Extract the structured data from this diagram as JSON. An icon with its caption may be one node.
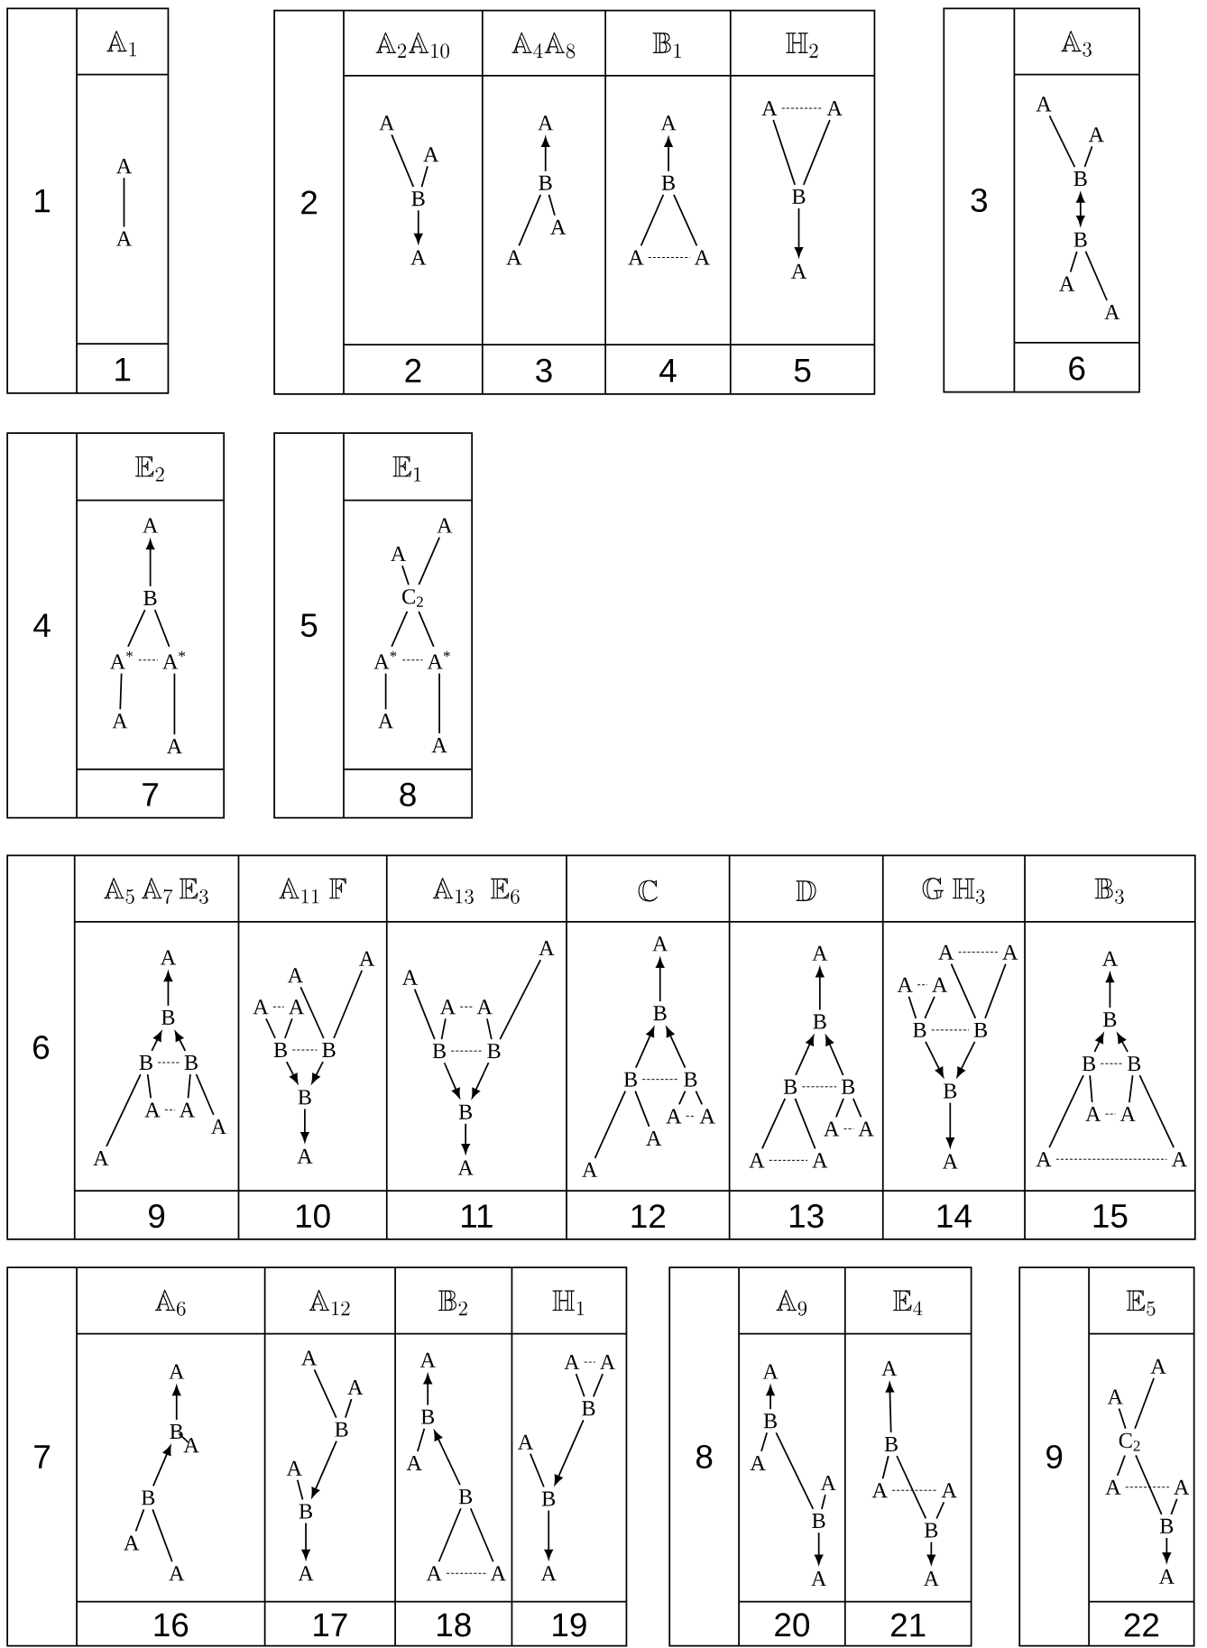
{
  "diagram": {
    "nodes": [
      {
        "text": [
          "A"
        ]
      },
      {
        "text": [
          "A"
        ]
      },
      {
        "text": [
          "A"
        ]
      },
      {
        "text": [
          "A"
        ]
      },
      {
        "text": [
          "B"
        ]
      },
      {
        "text": [
          "A"
        ]
      },
      {
        "text": [
          "A"
        ]
      },
      {
        "text": [
          "B"
        ]
      },
      {
        "text": [
          "A"
        ]
      },
      {
        "text": [
          "A"
        ]
      },
      {
        "text": [
          "A"
        ]
      },
      {
        "text": [
          "B"
        ]
      },
      {
        "text": [
          "A"
        ]
      },
      {
        "text": [
          "A"
        ]
      },
      {
        "text": [
          "A"
        ]
      },
      {
        "text": [
          "A"
        ]
      },
      {
        "text": [
          "B"
        ]
      },
      {
        "text": [
          "A"
        ]
      },
      {
        "text": [
          "A"
        ]
      },
      {
        "text": [
          "A"
        ]
      },
      {
        "text": [
          "B"
        ]
      },
      {
        "text": [
          "B"
        ]
      },
      {
        "text": [
          "A"
        ]
      },
      {
        "text": [
          "A"
        ]
      },
      {
        "text": [
          "A"
        ]
      },
      {
        "text": [
          "B"
        ]
      },
      {
        "text": [
          "A$^{*}$"
        ]
      },
      {
        "text": [
          "A$^{*}$"
        ]
      },
      {
        "text": [
          "A"
        ]
      },
      {
        "text": [
          "A"
        ]
      },
      {
        "text": [
          "A"
        ]
      },
      {
        "text": [
          "A"
        ]
      },
      {
        "text": [
          "C$_{2}$"
        ]
      },
      {
        "text": [
          "A$^{*}$"
        ]
      },
      {
        "text": [
          "A$^{*}$"
        ]
      },
      {
        "text": [
          "A"
        ]
      },
      {
        "text": [
          "A"
        ]
      },
      {
        "text": [
          "A"
        ]
      },
      {
        "text": [
          "B"
        ]
      },
      {
        "text": [
          "B"
        ]
      },
      {
        "text": [
          "B"
        ]
      },
      {
        "text": [
          "A"
        ]
      },
      {
        "text": [
          "A"
        ]
      },
      {
        "text": [
          "A"
        ]
      },
      {
        "text": [
          "A"
        ]
      },
      {
        "text": [
          "A"
        ]
      },
      {
        "text": [
          "A"
        ]
      },
      {
        "text": [
          "A"
        ]
      },
      {
        "text": [
          "A"
        ]
      },
      {
        "text": [
          "B"
        ]
      },
      {
        "text": [
          "B"
        ]
      },
      {
        "text": [
          "B"
        ]
      },
      {
        "text": [
          "A"
        ]
      },
      {
        "text": [
          "A"
        ]
      },
      {
        "text": [
          "A"
        ]
      },
      {
        "text": [
          "A"
        ]
      },
      {
        "text": [
          "A"
        ]
      },
      {
        "text": [
          "B"
        ]
      },
      {
        "text": [
          "B"
        ]
      },
      {
        "text": [
          "B"
        ]
      },
      {
        "text": [
          "A"
        ]
      },
      {
        "text": [
          "A"
        ]
      },
      {
        "text": [
          "B"
        ]
      },
      {
        "text": [
          "B"
        ]
      },
      {
        "text": [
          "B"
        ]
      },
      {
        "text": [
          "A"
        ]
      },
      {
        "text": [
          "A"
        ]
      },
      {
        "text": [
          "A"
        ]
      },
      {
        "text": [
          "A"
        ]
      },
      {
        "text": [
          "A"
        ]
      },
      {
        "text": [
          "B"
        ]
      },
      {
        "text": [
          "B"
        ]
      },
      {
        "text": [
          "B"
        ]
      },
      {
        "text": [
          "A"
        ]
      },
      {
        "text": [
          "A"
        ]
      },
      {
        "text": [
          "A"
        ]
      },
      {
        "text": [
          "A"
        ]
      },
      {
        "text": [
          "A"
        ]
      },
      {
        "text": [
          "A"
        ]
      },
      {
        "text": [
          "A"
        ]
      },
      {
        "text": [
          "A"
        ]
      },
      {
        "text": [
          "B"
        ]
      },
      {
        "text": [
          "B"
        ]
      },
      {
        "text": [
          "B"
        ]
      },
      {
        "text": [
          "A"
        ]
      },
      {
        "text": [
          "A"
        ]
      },
      {
        "text": [
          "B"
        ]
      },
      {
        "text": [
          "B"
        ]
      },
      {
        "text": [
          "B"
        ]
      },
      {
        "text": [
          "A"
        ]
      },
      {
        "text": [
          "A"
        ]
      },
      {
        "text": [
          "A"
        ]
      },
      {
        "text": [
          "A"
        ]
      },
      {
        "text": [
          "A"
        ]
      },
      {
        "text": [
          "B"
        ]
      },
      {
        "text": [
          "A"
        ]
      },
      {
        "text": [
          "B"
        ]
      },
      {
        "text": [
          "A"
        ]
      },
      {
        "text": [
          "A"
        ]
      },
      {
        "text": [
          "A"
        ]
      },
      {
        "text": [
          "A"
        ]
      },
      {
        "text": [
          "B"
        ]
      },
      {
        "text": [
          "A"
        ]
      },
      {
        "text": [
          "B"
        ]
      },
      {
        "text": [
          "A"
        ]
      },
      {
        "text": [
          "A"
        ]
      },
      {
        "text": [
          "B"
        ]
      },
      {
        "text": [
          "A"
        ]
      },
      {
        "text": [
          "B"
        ]
      },
      {
        "text": [
          "A"
        ]
      },
      {
        "text": [
          "A"
        ]
      },
      {
        "text": [
          "A"
        ]
      },
      {
        "text": [
          "A"
        ]
      },
      {
        "text": [
          "B"
        ]
      },
      {
        "text": [
          "A"
        ]
      },
      {
        "text": [
          "B"
        ]
      },
      {
        "text": [
          "A"
        ]
      },
      {
        "text": [
          "A"
        ]
      },
      {
        "text": [
          "B"
        ]
      },
      {
        "text": [
          "A"
        ]
      },
      {
        "text": [
          "A"
        ]
      },
      {
        "text": [
          "B"
        ]
      },
      {
        "text": [
          "A"
        ]
      },
      {
        "text": [
          "A"
        ]
      },
      {
        "text": [
          "B"
        ]
      },
      {
        "text": [
          "A"
        ]
      },
      {
        "text": [
          "A"
        ]
      },
      {
        "text": [
          "B"
        ]
      },
      {
        "text": [
          "A"
        ]
      },
      {
        "text": [
          "A"
        ]
      },
      {
        "text": [
          "A"
        ]
      },
      {
        "text": [
          "C$_{2}$"
        ]
      },
      {
        "text": [
          "A"
        ]
      },
      {
        "text": [
          "A"
        ]
      },
      {
        "text": [
          "B"
        ]
      },
      {
        "text": [
          "A"
        ]
      }
    ],
    "edges": [
      {
        "from": 0,
        "to": 1,
        "arrow": "none"
      },
      {
        "from": 2,
        "to": 4,
        "arrow": "none"
      },
      {
        "from": 3,
        "to": 4,
        "arrow": "none"
      },
      {
        "from": 4,
        "to": 5,
        "arrow": "to"
      },
      {
        "from": 7,
        "to": 6,
        "arrow": "to"
      },
      {
        "from": 7,
        "to": 9,
        "arrow": "none"
      },
      {
        "from": 7,
        "to": 8,
        "arrow": "none"
      },
      {
        "from": 11,
        "to": 10,
        "arrow": "to"
      },
      {
        "from": 11,
        "to": 12,
        "arrow": "none"
      },
      {
        "from": 11,
        "to": 13,
        "arrow": "none"
      },
      {
        "from": 12,
        "to": 13,
        "arrow": "none",
        "style": "dashed"
      },
      {
        "from": 14,
        "to": 15,
        "arrow": "none",
        "style": "dashed"
      },
      {
        "from": 14,
        "to": 16,
        "arrow": "none"
      },
      {
        "from": 15,
        "to": 16,
        "arrow": "none"
      },
      {
        "from": 16,
        "to": 17,
        "arrow": "to"
      },
      {
        "from": 18,
        "to": 20,
        "arrow": "none"
      },
      {
        "from": 19,
        "to": 20,
        "arrow": "none"
      },
      {
        "from": 20,
        "to": 21,
        "arrow": "both"
      },
      {
        "from": 21,
        "to": 22,
        "arrow": "none"
      },
      {
        "from": 21,
        "to": 23,
        "arrow": "none"
      },
      {
        "from": 25,
        "to": 24,
        "arrow": "to"
      },
      {
        "from": 25,
        "to": 26,
        "arrow": "none"
      },
      {
        "from": 25,
        "to": 27,
        "arrow": "none"
      },
      {
        "from": 26,
        "to": 27,
        "arrow": "none",
        "style": "dashed"
      },
      {
        "from": 26,
        "to": 28,
        "arrow": "none"
      },
      {
        "from": 27,
        "to": 29,
        "arrow": "none"
      },
      {
        "from": 30,
        "to": 32,
        "arrow": "none"
      },
      {
        "from": 31,
        "to": 32,
        "arrow": "none"
      },
      {
        "from": 32,
        "to": 33,
        "arrow": "none"
      },
      {
        "from": 32,
        "to": 34,
        "arrow": "none"
      },
      {
        "from": 33,
        "to": 34,
        "arrow": "none",
        "style": "dashed"
      },
      {
        "from": 33,
        "to": 35,
        "arrow": "none"
      },
      {
        "from": 34,
        "to": 36,
        "arrow": "none"
      },
      {
        "from": 38,
        "to": 37,
        "arrow": "to"
      },
      {
        "from": 39,
        "to": 38,
        "arrow": "to"
      },
      {
        "from": 40,
        "to": 38,
        "arrow": "to"
      },
      {
        "from": 39,
        "to": 40,
        "arrow": "none",
        "style": "dashed"
      },
      {
        "from": 39,
        "to": 44,
        "arrow": "none"
      },
      {
        "from": 39,
        "to": 41,
        "arrow": "none"
      },
      {
        "from": 41,
        "to": 42,
        "arrow": "none",
        "style": "dashed"
      },
      {
        "from": 40,
        "to": 42,
        "arrow": "none"
      },
      {
        "from": 40,
        "to": 43,
        "arrow": "none"
      },
      {
        "from": 47,
        "to": 48,
        "arrow": "none",
        "style": "dashed"
      },
      {
        "from": 47,
        "to": 49,
        "arrow": "none"
      },
      {
        "from": 48,
        "to": 49,
        "arrow": "none"
      },
      {
        "from": 46,
        "to": 50,
        "arrow": "none"
      },
      {
        "from": 45,
        "to": 50,
        "arrow": "none"
      },
      {
        "from": 49,
        "to": 50,
        "arrow": "none",
        "style": "dashed"
      },
      {
        "from": 49,
        "to": 51,
        "arrow": "to"
      },
      {
        "from": 50,
        "to": 51,
        "arrow": "to"
      },
      {
        "from": 51,
        "to": 52,
        "arrow": "to"
      },
      {
        "from": 54,
        "to": 57,
        "arrow": "none"
      },
      {
        "from": 55,
        "to": 57,
        "arrow": "none"
      },
      {
        "from": 56,
        "to": 58,
        "arrow": "none"
      },
      {
        "from": 53,
        "to": 58,
        "arrow": "none"
      },
      {
        "from": 55,
        "to": 56,
        "arrow": "none",
        "style": "dashed"
      },
      {
        "from": 57,
        "to": 58,
        "arrow": "none",
        "style": "dashed"
      },
      {
        "from": 57,
        "to": 59,
        "arrow": "to"
      },
      {
        "from": 58,
        "to": 59,
        "arrow": "to"
      },
      {
        "from": 59,
        "to": 60,
        "arrow": "to"
      },
      {
        "from": 62,
        "to": 61,
        "arrow": "to"
      },
      {
        "from": 63,
        "to": 62,
        "arrow": "to"
      },
      {
        "from": 64,
        "to": 62,
        "arrow": "to"
      },
      {
        "from": 63,
        "to": 64,
        "arrow": "none",
        "style": "dashed"
      },
      {
        "from": 63,
        "to": 68,
        "arrow": "none"
      },
      {
        "from": 63,
        "to": 67,
        "arrow": "none"
      },
      {
        "from": 64,
        "to": 65,
        "arrow": "none"
      },
      {
        "from": 64,
        "to": 66,
        "arrow": "none"
      },
      {
        "from": 65,
        "to": 66,
        "arrow": "none",
        "style": "dashed"
      },
      {
        "from": 70,
        "to": 69,
        "arrow": "to"
      },
      {
        "from": 71,
        "to": 70,
        "arrow": "to"
      },
      {
        "from": 72,
        "to": 70,
        "arrow": "to"
      },
      {
        "from": 71,
        "to": 72,
        "arrow": "none",
        "style": "dashed"
      },
      {
        "from": 72,
        "to": 73,
        "arrow": "none"
      },
      {
        "from": 72,
        "to": 74,
        "arrow": "none"
      },
      {
        "from": 73,
        "to": 74,
        "arrow": "none",
        "style": "dashed"
      },
      {
        "from": 71,
        "to": 75,
        "arrow": "none"
      },
      {
        "from": 71,
        "to": 76,
        "arrow": "none"
      },
      {
        "from": 75,
        "to": 76,
        "arrow": "none",
        "style": "dashed"
      },
      {
        "from": 77,
        "to": 78,
        "arrow": "none",
        "style": "dashed"
      },
      {
        "from": 79,
        "to": 80,
        "arrow": "none",
        "style": "dashed"
      },
      {
        "from": 79,
        "to": 81,
        "arrow": "none"
      },
      {
        "from": 80,
        "to": 81,
        "arrow": "none"
      },
      {
        "from": 77,
        "to": 82,
        "arrow": "none"
      },
      {
        "from": 78,
        "to": 82,
        "arrow": "none"
      },
      {
        "from": 81,
        "to": 82,
        "arrow": "none",
        "style": "dashed"
      },
      {
        "from": 81,
        "to": 83,
        "arrow": "to"
      },
      {
        "from": 82,
        "to": 83,
        "arrow": "to"
      },
      {
        "from": 83,
        "to": 84,
        "arrow": "to"
      },
      {
        "from": 86,
        "to": 85,
        "arrow": "to"
      },
      {
        "from": 87,
        "to": 86,
        "arrow": "to"
      },
      {
        "from": 88,
        "to": 86,
        "arrow": "to"
      },
      {
        "from": 87,
        "to": 88,
        "arrow": "none",
        "style": "dashed"
      },
      {
        "from": 87,
        "to": 89,
        "arrow": "none"
      },
      {
        "from": 88,
        "to": 90,
        "arrow": "none"
      },
      {
        "from": 89,
        "to": 90,
        "arrow": "none",
        "style": "dashed"
      },
      {
        "from": 87,
        "to": 91,
        "arrow": "none"
      },
      {
        "from": 88,
        "to": 92,
        "arrow": "none"
      },
      {
        "from": 91,
        "to": 92,
        "arrow": "none",
        "style": "dashed"
      },
      {
        "from": 94,
        "to": 93,
        "arrow": "to"
      },
      {
        "from": 94,
        "to": 95,
        "arrow": "none"
      },
      {
        "from": 96,
        "to": 94,
        "arrow": "to"
      },
      {
        "from": 96,
        "to": 97,
        "arrow": "none"
      },
      {
        "from": 96,
        "to": 98,
        "arrow": "none"
      },
      {
        "from": 99,
        "to": 101,
        "arrow": "none"
      },
      {
        "from": 100,
        "to": 101,
        "arrow": "none"
      },
      {
        "from": 101,
        "to": 103,
        "arrow": "to"
      },
      {
        "from": 102,
        "to": 103,
        "arrow": "none"
      },
      {
        "from": 103,
        "to": 104,
        "arrow": "to"
      },
      {
        "from": 106,
        "to": 105,
        "arrow": "to"
      },
      {
        "from": 106,
        "to": 107,
        "arrow": "none"
      },
      {
        "from": 108,
        "to": 106,
        "arrow": "to"
      },
      {
        "from": 108,
        "to": 109,
        "arrow": "none"
      },
      {
        "from": 108,
        "to": 110,
        "arrow": "none"
      },
      {
        "from": 109,
        "to": 110,
        "arrow": "none",
        "style": "dashed"
      },
      {
        "from": 111,
        "to": 112,
        "arrow": "none",
        "style": "dashed"
      },
      {
        "from": 111,
        "to": 113,
        "arrow": "none"
      },
      {
        "from": 112,
        "to": 113,
        "arrow": "none"
      },
      {
        "from": 113,
        "to": 115,
        "arrow": "to"
      },
      {
        "from": 114,
        "to": 115,
        "arrow": "none"
      },
      {
        "from": 115,
        "to": 116,
        "arrow": "to"
      },
      {
        "from": 118,
        "to": 117,
        "arrow": "to"
      },
      {
        "from": 118,
        "to": 119,
        "arrow": "none"
      },
      {
        "from": 118,
        "to": 121,
        "arrow": "none"
      },
      {
        "from": 120,
        "to": 121,
        "arrow": "none"
      },
      {
        "from": 121,
        "to": 122,
        "arrow": "to"
      },
      {
        "from": 124,
        "to": 123,
        "arrow": "to"
      },
      {
        "from": 124,
        "to": 125,
        "arrow": "none"
      },
      {
        "from": 124,
        "to": 127,
        "arrow": "none"
      },
      {
        "from": 126,
        "to": 127,
        "arrow": "none"
      },
      {
        "from": 125,
        "to": 126,
        "arrow": "none",
        "style": "dashed"
      },
      {
        "from": 127,
        "to": 128,
        "arrow": "to"
      },
      {
        "from": 129,
        "to": 131,
        "arrow": "none"
      },
      {
        "from": 130,
        "to": 131,
        "arrow": "none"
      },
      {
        "from": 131,
        "to": 132,
        "arrow": "none"
      },
      {
        "from": 131,
        "to": 134,
        "arrow": "none"
      },
      {
        "from": 133,
        "to": 134,
        "arrow": "none"
      },
      {
        "from": 132,
        "to": 133,
        "arrow": "none",
        "style": "dashed"
      },
      {
        "from": 134,
        "to": 135,
        "arrow": "to"
      }
    ],
    "labels": [
      "1",
      "\\mathbb{A}_{1}",
      "1",
      "2",
      "\\mathbb{A}_{2}\\mathbb{A}_{10}",
      "\\mathbb{A}_{4}\\mathbb{A}_{8}",
      "\\mathbb{B}_{1}",
      "\\mathbb{H}_{2}",
      "2",
      "3",
      "4",
      "5",
      "3",
      "\\mathbb{A}_{3}",
      "6",
      "4",
      "\\mathbb{E}_{2}",
      "7",
      "5",
      "\\mathbb{E}_{1}",
      "8",
      "6",
      "\\mathbb{A}_{5}\\,\\mathbb{A}_{7}\\,\\mathbb{E}_{3}",
      "\\mathbb{A}_{11}\\ \\mathbb{F}",
      "\\mathbb{A}_{13}\\ \\ \\mathbb{E}_{6}",
      "\\mathbb{C}",
      "\\mathbb{D}",
      "\\mathbb{G}\\ \\mathbb{H}_{3}",
      "\\mathbb{B}_{3}",
      "9",
      "10",
      "11",
      "12",
      "13",
      "14",
      "15",
      "7",
      "\\mathbb{A}_{6}",
      "\\mathbb{A}_{12}",
      "\\mathbb{B}_{2}",
      "\\mathbb{H}_{1}",
      "16",
      "17",
      "18",
      "19",
      "8",
      "\\mathbb{A}_{9}",
      "\\mathbb{E}_{4}",
      "20",
      "21",
      "9",
      "\\mathbb{E}_{5}",
      "22"
    ]
  }
}
